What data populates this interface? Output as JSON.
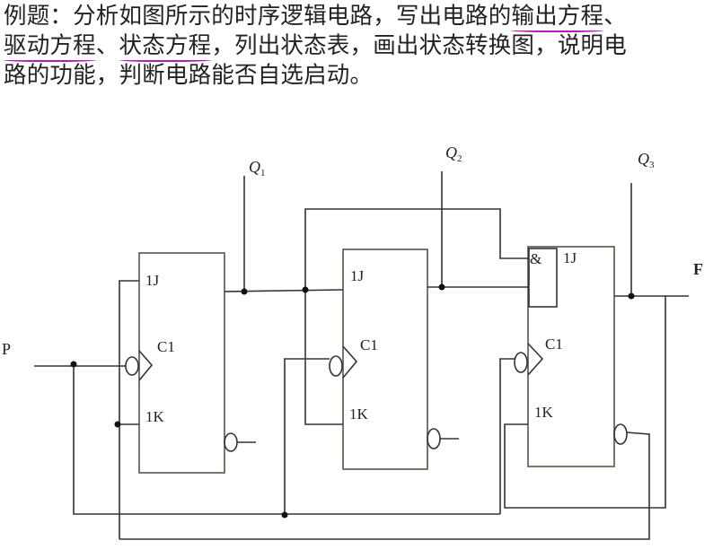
{
  "problem": {
    "line1_prefix": "例题：分析如图所示的时序逻辑电路，写出电路的",
    "hl_output_eq": "输出方程",
    "line1_sep": "、",
    "hl_drive_eq": "驱动方程",
    "line2_sep": "、",
    "hl_state_eq": "状态方程",
    "line2_suffix": "，列出状态表，画出状态转换图，说明电",
    "line3": "路的功能，判断电路能否自选启动。"
  },
  "highlight_color": "#b01cb5",
  "circuit": {
    "input_label": "P",
    "output_label": "F",
    "outputs": [
      {
        "name": "Q",
        "sub": "1"
      },
      {
        "name": "Q",
        "sub": "2"
      },
      {
        "name": "Q",
        "sub": "3"
      }
    ],
    "flipflops": [
      {
        "j_label": "1J",
        "clk_label": "C1",
        "k_label": "1K"
      },
      {
        "j_label": "1J",
        "clk_label": "C1",
        "k_label": "1K"
      },
      {
        "j_label": "1J",
        "clk_label": "C1",
        "k_label": "1K"
      }
    ],
    "and_gate_label": "&"
  }
}
